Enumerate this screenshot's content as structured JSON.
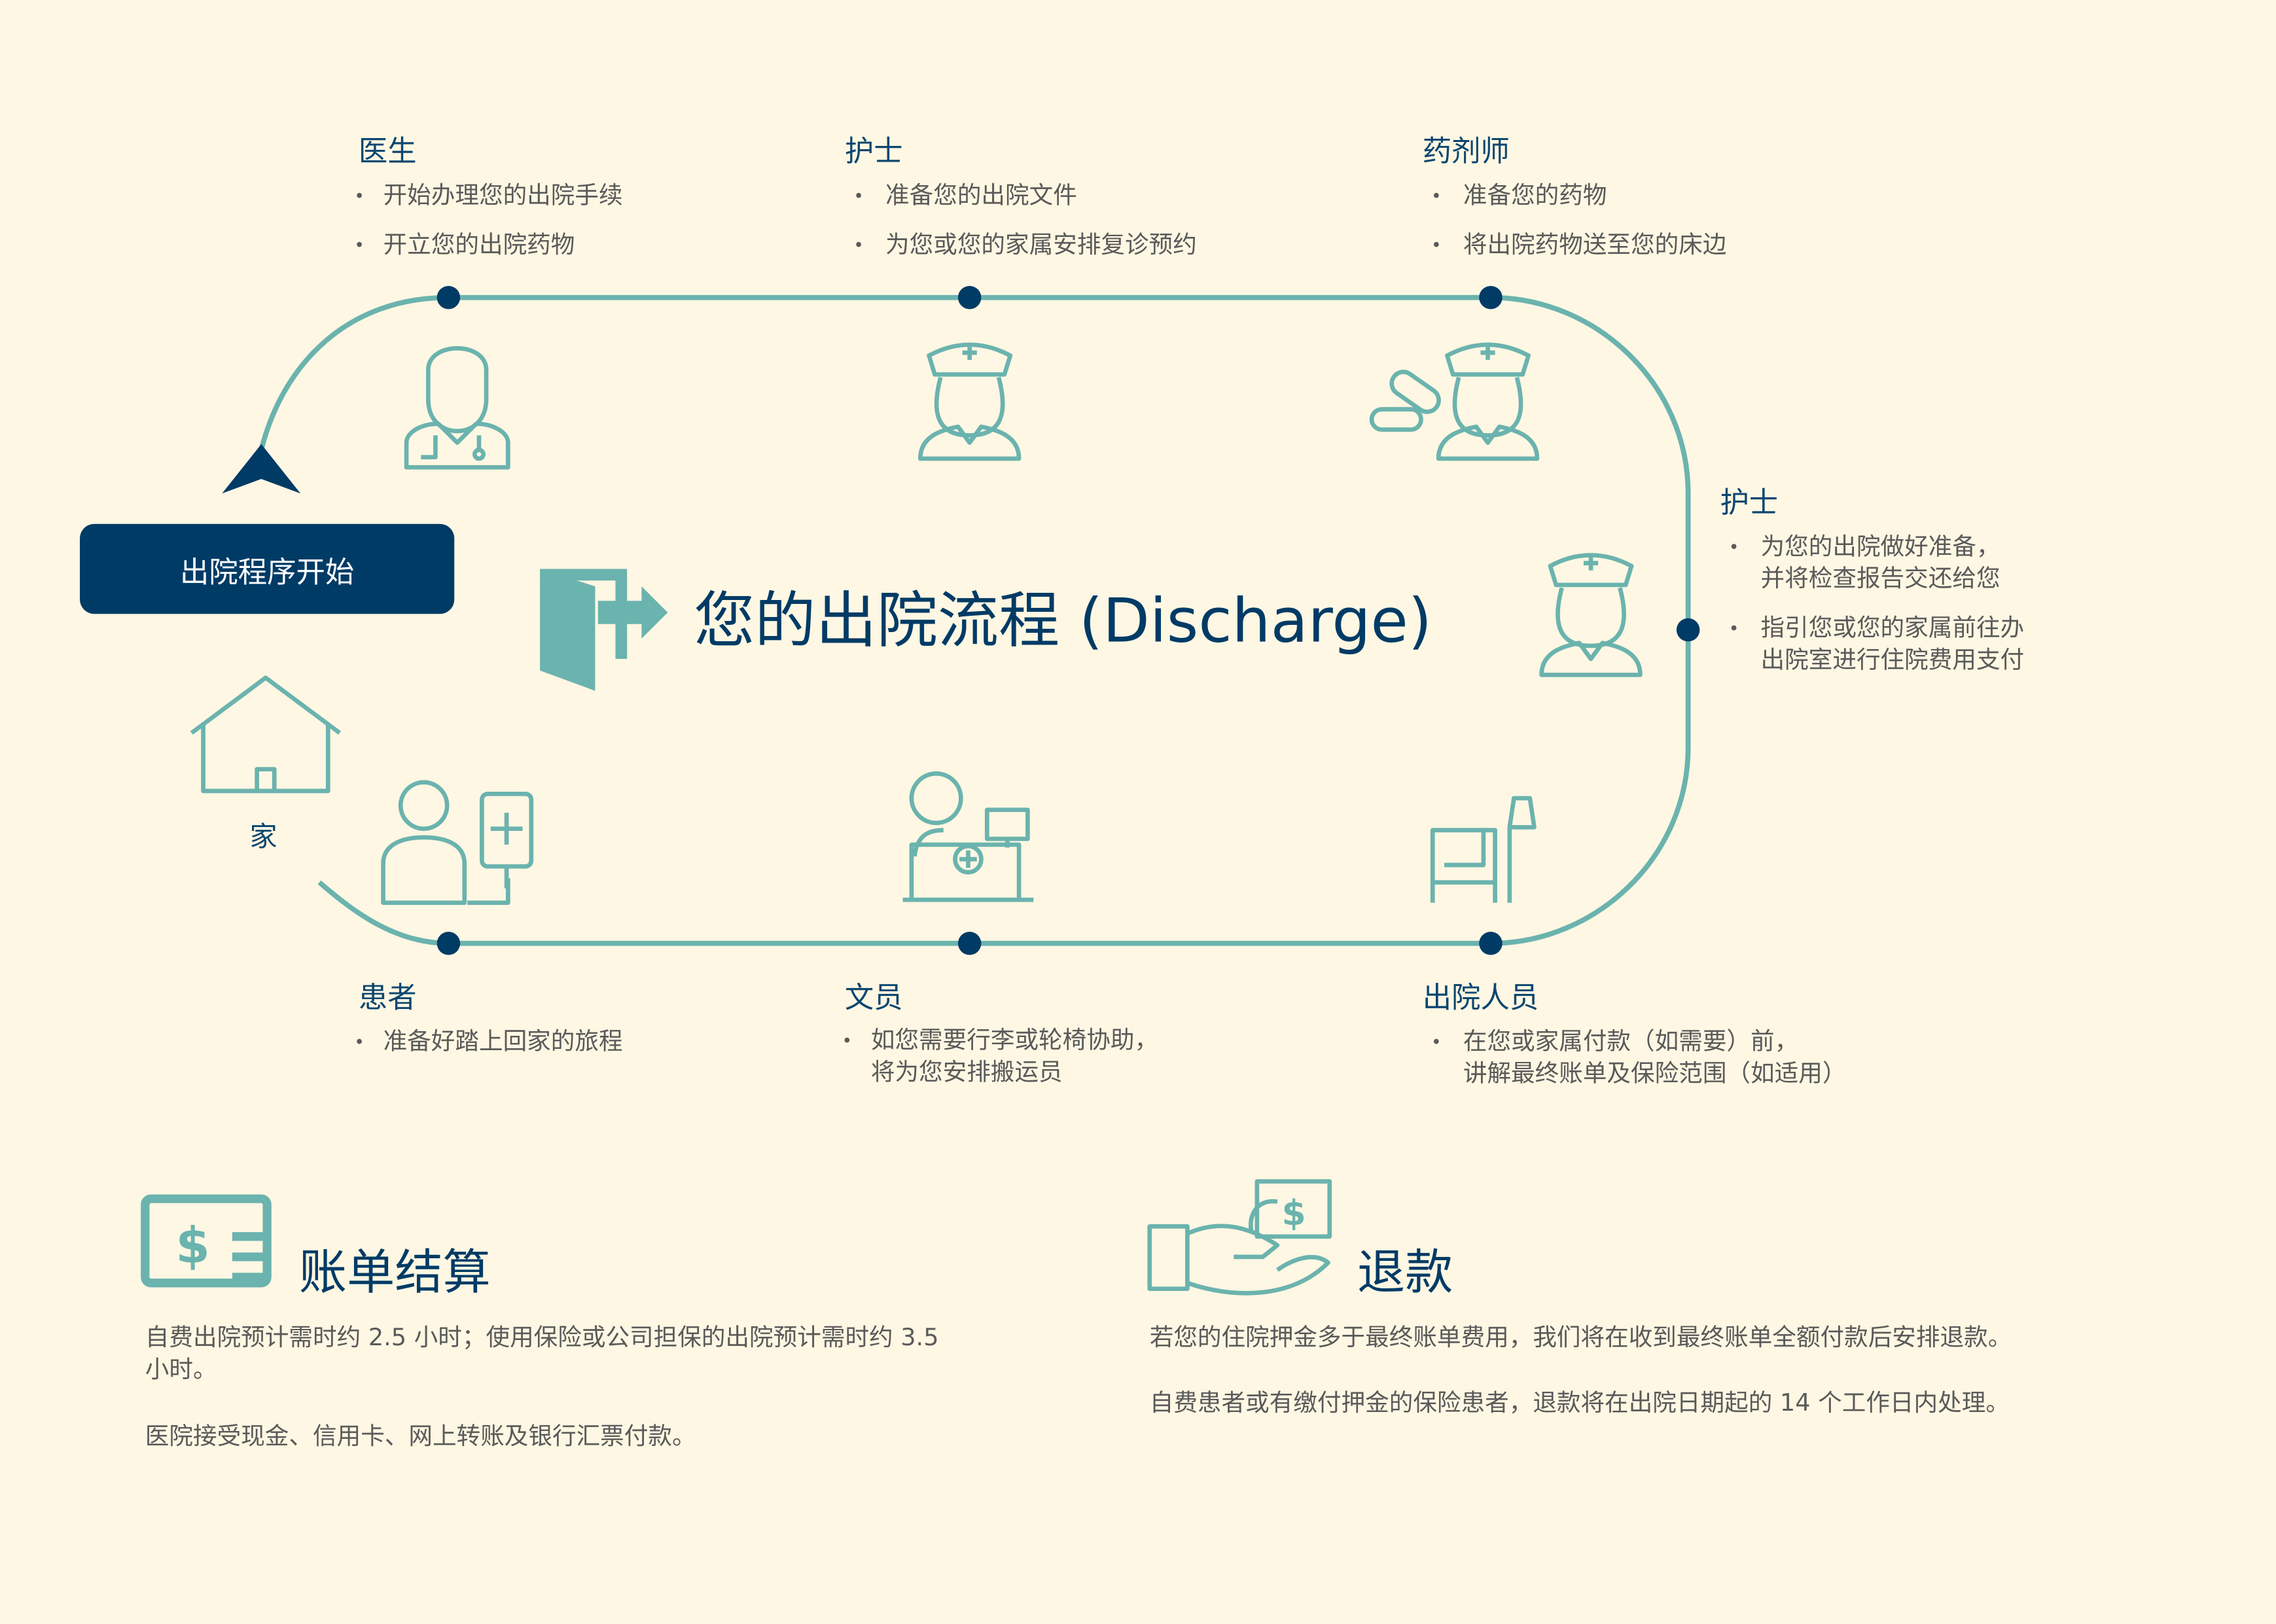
{
  "title": "您的出院流程 (Discharge)",
  "start_button": "出院程序开始",
  "home_label": "家",
  "steps": {
    "doctor": {
      "role": "医生",
      "items": [
        "开始办理您的出院手续",
        "开立您的出院药物"
      ]
    },
    "nurse_top": {
      "role": "护士",
      "items": [
        "准备您的出院文件",
        "为您或您的家属安排复诊预约"
      ]
    },
    "pharmacist": {
      "role": "药剂师",
      "items": [
        "准备您的药物",
        "将出院药物送至您的床边"
      ]
    },
    "nurse_right": {
      "role": "护士",
      "items": [
        "为您的出院做好准备，\n并将检查报告交还给您",
        "指引您或您的家属前往办\n出院室进行住院费用支付"
      ]
    },
    "discharge_staff": {
      "role": "出院人员",
      "items": [
        "在您或家属付款（如需要）前，\n讲解最终账单及保险范围（如适用）"
      ]
    },
    "clerk": {
      "role": "文员",
      "items": [
        "如您需要行李或轮椅协助，\n将为您安排搬运员"
      ]
    },
    "patient": {
      "role": "患者",
      "items": [
        "准备好踏上回家的旅程"
      ]
    }
  },
  "billing": {
    "heading": "账单结算",
    "paragraphs": [
      "自费出院预计需时约 2.5 小时；使用保险或公司担保的出院预计需时约 3.5 小时。",
      "医院接受现金、信用卡、网上转账及银行汇票付款。"
    ]
  },
  "refund": {
    "heading": "退款",
    "paragraphs": [
      "若您的住院押金多于最终账单费用，我们将在收到最终账单全额付款后安排退款。",
      "自费患者或有缴付押金的保险患者，退款将在出院日期起的 14 个工作日内处理。"
    ]
  },
  "colors": {
    "background": "#fef7e3",
    "navy": "#003b66",
    "teal": "#6bb3ae",
    "text": "#5a5a5a"
  }
}
